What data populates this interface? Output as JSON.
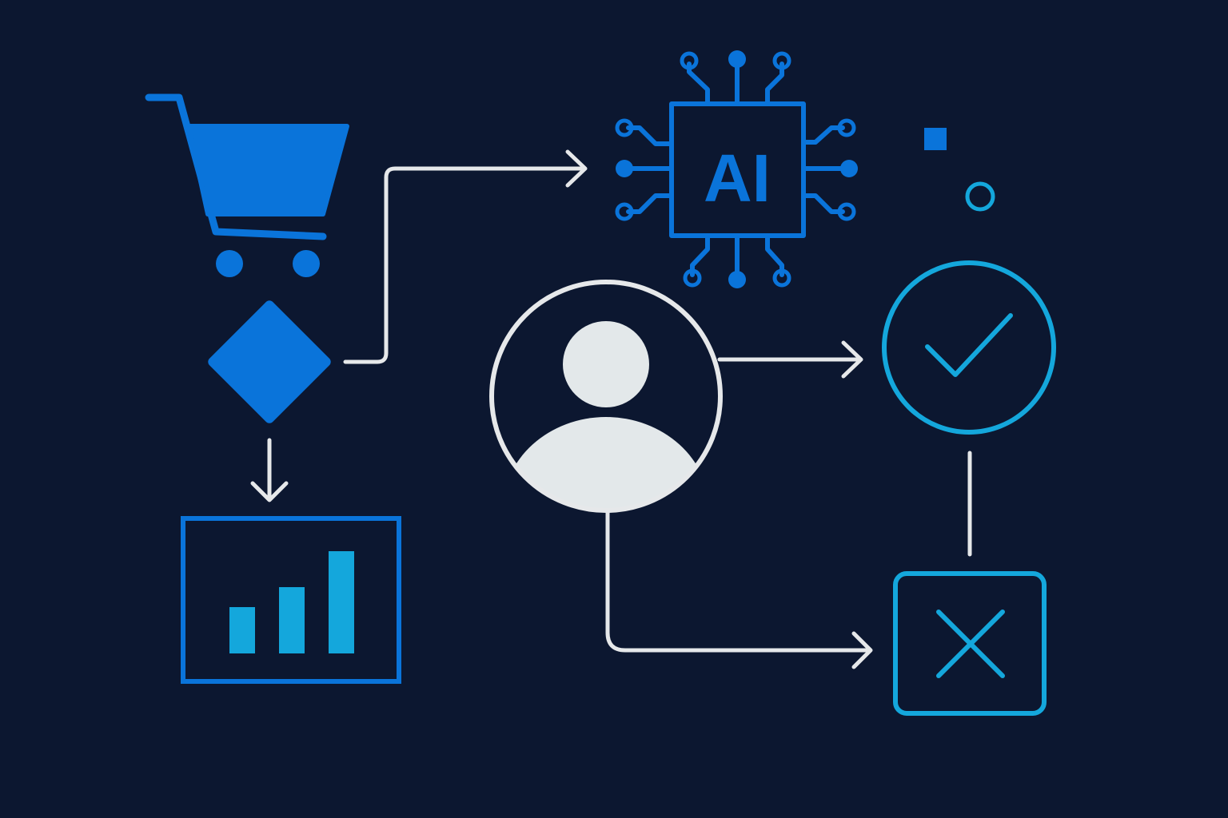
{
  "colors": {
    "background": "#0c1730",
    "primary_blue": "#0a74da",
    "cyan": "#14a7dc",
    "connector_white": "#e6e8ea",
    "person_fill": "#e3e8ea"
  },
  "icons": [
    "shopping-cart-icon",
    "decision-diamond-icon",
    "bar-chart-icon",
    "ai-chip-icon",
    "user-avatar-icon",
    "check-circle-icon",
    "x-box-icon",
    "small-square-icon",
    "small-circle-icon"
  ],
  "ai_chip": {
    "label": "AI"
  },
  "bar_chart": {
    "levels": [
      0.45,
      0.65,
      1.0
    ]
  }
}
